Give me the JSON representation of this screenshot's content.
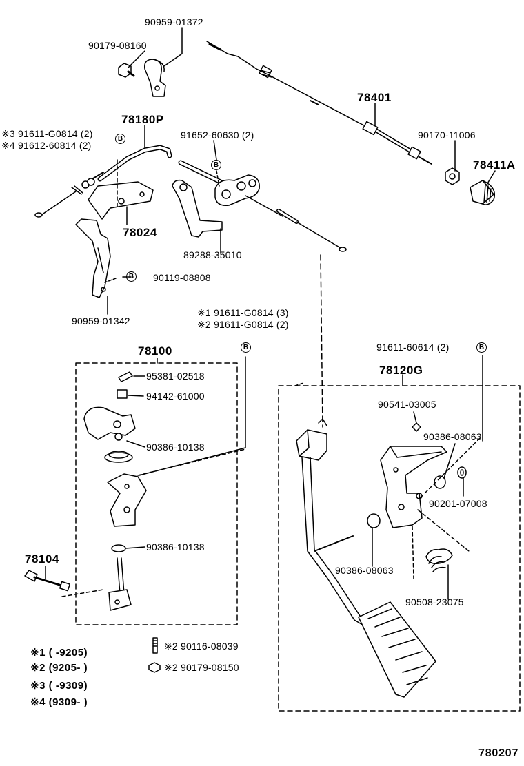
{
  "part_labels": {
    "p_90959_01372": "90959-01372",
    "p_90179_08160": "90179-08160",
    "p_78401": "78401",
    "p_78180P": "78180P",
    "p_90170_11006": "90170-11006",
    "p_78411A": "78411A",
    "p_91611_G0814_s3": "※3 91611-G0814 (2)",
    "p_91612_60814_s4": "※4 91612-60814 (2)",
    "p_91652_60630": "91652-60630 (2)",
    "p_78024": "78024",
    "p_89288_35010": "89288-35010",
    "p_90119_08808": "90119-08808",
    "p_90959_01342": "90959-01342",
    "p_91611_G0814_s1": "※1 91611-G0814 (3)",
    "p_91611_G0814_s2": "※2 91611-G0814 (2)",
    "p_78100": "78100",
    "p_95381_02518": "95381-02518",
    "p_94142_61000": "94142-61000",
    "p_90386_10138_a": "90386-10138",
    "p_90386_10138_b": "90386-10138",
    "p_78104": "78104",
    "p_91611_60614": "91611-60614 (2)",
    "p_78120G": "78120G",
    "p_90541_03005": "90541-03005",
    "p_90386_08063_a": "90386-08063",
    "p_90201_07008": "90201-07008",
    "p_90386_08063_b": "90386-08063",
    "p_90508_23075": "90508-23075",
    "p_90116_08039": "※2 90116-08039",
    "p_90179_08150": "※2 90179-08150"
  },
  "bolt_marker": "B",
  "notes": {
    "n1": "※1 (        -9205)",
    "n2": "※2 (9205-          )",
    "n3": "※3 (        -9309)",
    "n4": "※4 (9309-          )"
  },
  "figure_number": "780207"
}
